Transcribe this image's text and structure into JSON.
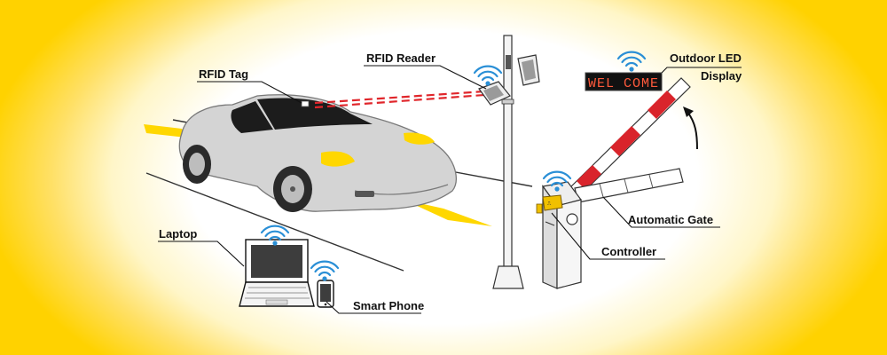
{
  "labels": {
    "rfid_tag": "RFID Tag",
    "rfid_reader": "RFID Reader",
    "outdoor_led_line1": "Outdoor LED",
    "outdoor_led_line2": "Display",
    "automatic_gate": "Automatic Gate",
    "controller": "Controller",
    "laptop": "Laptop",
    "smart_phone": "Smart Phone"
  },
  "led_display_text": "WEL COME",
  "colors": {
    "background_edge": "#ffd200",
    "background_center": "#ffffff",
    "road_marking": "#ffd700",
    "car_body": "#d4d4d4",
    "car_outline": "#7a7a7a",
    "rfid_beam": "#e0262b",
    "wifi_blue": "#2a8fd6",
    "gate_stripe": "#d9242b",
    "led_background": "#111111",
    "led_text": "#ff5a3c",
    "controller_box": "#f0c000"
  },
  "icons": [
    "wifi-icon",
    "rfid-tag-icon",
    "laptop-icon",
    "smartphone-icon",
    "curved-arrow-icon"
  ]
}
